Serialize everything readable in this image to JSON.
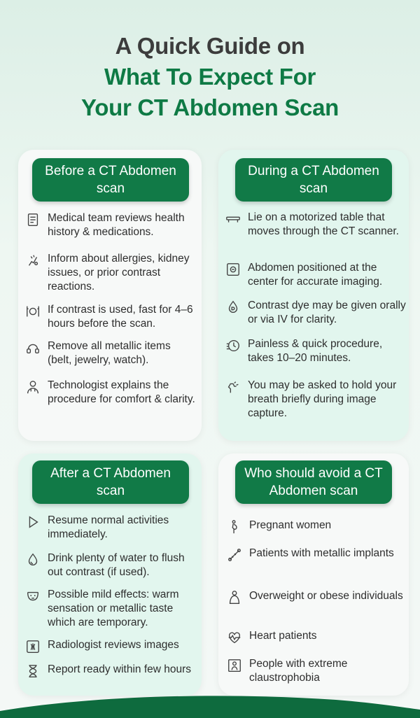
{
  "header": {
    "line1": "A Quick Guide on",
    "line2": "What To Expect For",
    "line3": "Your CT Abdomen Scan"
  },
  "colors": {
    "accent": "#117a47",
    "title_green": "#0e7a45",
    "title_dark": "#3c3c3c",
    "mint": "#e2f6ee"
  },
  "before": {
    "title": "Before a CT Abdomen scan",
    "items": [
      {
        "icon": "clipboard-icon",
        "text": "Medical team reviews health history & medications."
      },
      {
        "icon": "allergy-hand-icon",
        "text": "Inform about allergies, kidney issues, or prior contrast reactions."
      },
      {
        "icon": "fasting-plate-icon",
        "text": "If contrast is used, fast for 4–6 hours before the scan."
      },
      {
        "icon": "metal-items-icon",
        "text": "Remove all metallic items (belt, jewelry, watch)."
      },
      {
        "icon": "technologist-icon",
        "text": "Technologist explains the procedure for comfort & clarity."
      }
    ]
  },
  "during": {
    "title": "During a CT Abdomen scan",
    "items": [
      {
        "icon": "motorized-table-icon",
        "text": "Lie on a motorized table that moves through the CT scanner."
      },
      {
        "icon": "abdomen-scan-icon",
        "text": "Abdomen positioned at the center for accurate imaging."
      },
      {
        "icon": "contrast-dye-icon",
        "text": "Contrast dye may be given orally or via IV for clarity."
      },
      {
        "icon": "quick-timer-icon",
        "text": "Painless & quick procedure, takes 10–20 minutes."
      },
      {
        "icon": "hold-breath-icon",
        "text": "You may be asked to hold your breath briefly during image capture."
      }
    ]
  },
  "after": {
    "title": "After a CT Abdomen scan",
    "items": [
      {
        "icon": "resume-play-icon",
        "text": "Resume normal activities immediately."
      },
      {
        "icon": "water-drop-icon",
        "text": "Drink plenty of water to flush out contrast (if used)."
      },
      {
        "icon": "mild-effects-icon",
        "text": "Possible mild effects: warm sensation or metallic taste which are temporary."
      },
      {
        "icon": "radiology-image-icon",
        "text": "Radiologist reviews images"
      },
      {
        "icon": "hourglass-icon",
        "text": "Report ready within few hours"
      }
    ]
  },
  "avoid": {
    "title": "Who should avoid a CT Abdomen scan",
    "items": [
      {
        "icon": "pregnant-woman-icon",
        "text": "Pregnant women"
      },
      {
        "icon": "metal-implant-icon",
        "text": "Patients with metallic implants"
      },
      {
        "icon": "overweight-person-icon",
        "text": "Overweight or obese individuals"
      },
      {
        "icon": "heart-pulse-icon",
        "text": "Heart patients"
      },
      {
        "icon": "claustrophobia-icon",
        "text": "People with extreme claustrophobia"
      }
    ]
  }
}
